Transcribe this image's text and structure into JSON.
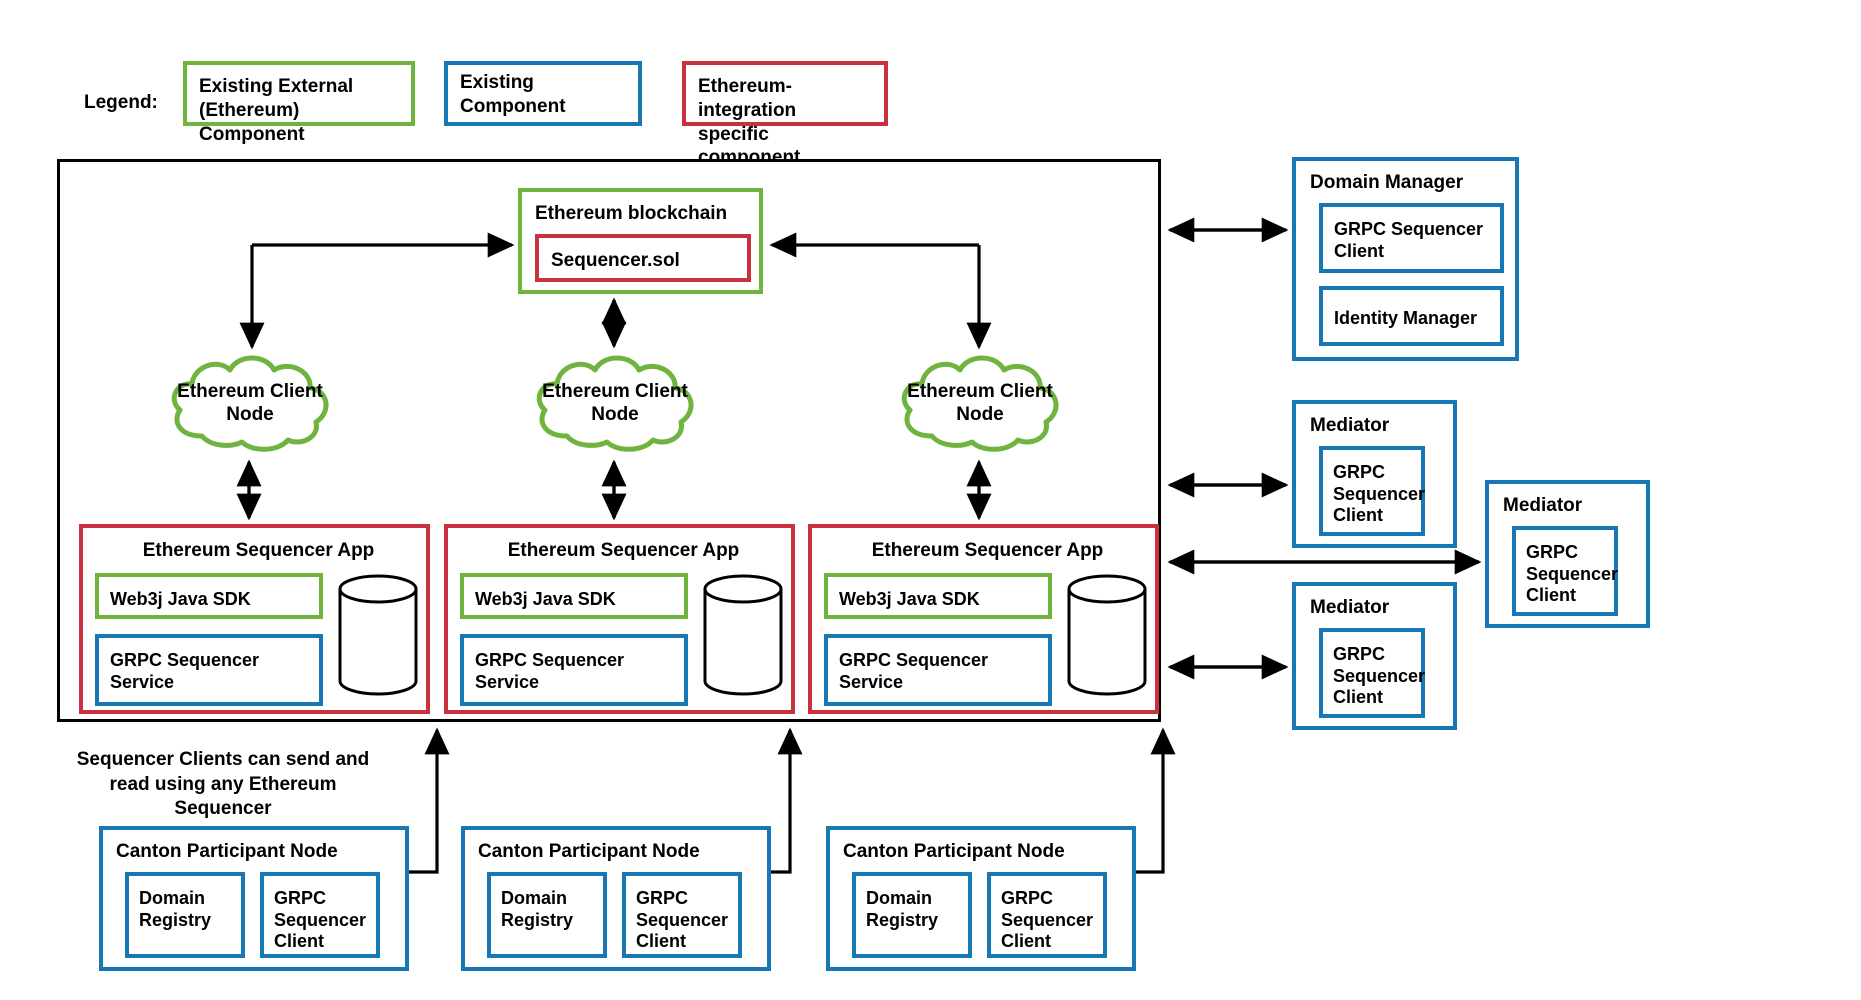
{
  "legend": {
    "title": "Legend:",
    "items": [
      {
        "label": "Existing External (Ethereum) Component",
        "color": "#6EB43F",
        "name": "legend-existing-external"
      },
      {
        "label": "Existing Component",
        "color": "#1878B4",
        "name": "legend-existing-component"
      },
      {
        "label": "Ethereum-integration specific component",
        "color": "#C9313E",
        "name": "legend-ethereum-specific"
      }
    ]
  },
  "blockchain": {
    "title": "Ethereum blockchain",
    "contract": "Sequencer.sol"
  },
  "clouds": [
    {
      "label_line1": "Ethereum Client",
      "label_line2": "Node"
    },
    {
      "label_line1": "Ethereum Client",
      "label_line2": "Node"
    },
    {
      "label_line1": "Ethereum Client",
      "label_line2": "Node"
    }
  ],
  "sequencer_apps": [
    {
      "title": "Ethereum Sequencer App",
      "sdk": "Web3j Java SDK",
      "service": "GRPC Sequencer Service"
    },
    {
      "title": "Ethereum Sequencer App",
      "sdk": "Web3j Java SDK",
      "service": "GRPC Sequencer Service"
    },
    {
      "title": "Ethereum Sequencer App",
      "sdk": "Web3j Java SDK",
      "service": "GRPC Sequencer Service"
    }
  ],
  "domain_manager": {
    "title": "Domain Manager",
    "grpc_client": "GRPC Sequencer Client",
    "identity_manager": "Identity Manager"
  },
  "mediators": [
    {
      "title": "Mediator",
      "grpc_client": "GRPC Sequencer Client"
    },
    {
      "title": "Mediator",
      "grpc_client": "GRPC Sequencer Client"
    },
    {
      "title": "Mediator",
      "grpc_client": "GRPC Sequencer Client"
    }
  ],
  "participants": [
    {
      "title": "Canton Participant Node",
      "domain_registry": "Domain Registry",
      "grpc_client": "GRPC Sequencer Client"
    },
    {
      "title": "Canton Participant Node",
      "domain_registry": "Domain Registry",
      "grpc_client": "GRPC Sequencer Client"
    },
    {
      "title": "Canton Participant Node",
      "domain_registry": "Domain Registry",
      "grpc_client": "GRPC Sequencer Client"
    }
  ],
  "note": "Sequencer Clients can send and read using any Ethereum Sequencer",
  "colors": {
    "green": "#6EB43F",
    "blue": "#1878B4",
    "red": "#C9313E",
    "black": "#000000",
    "background": "#FFFFFF"
  }
}
